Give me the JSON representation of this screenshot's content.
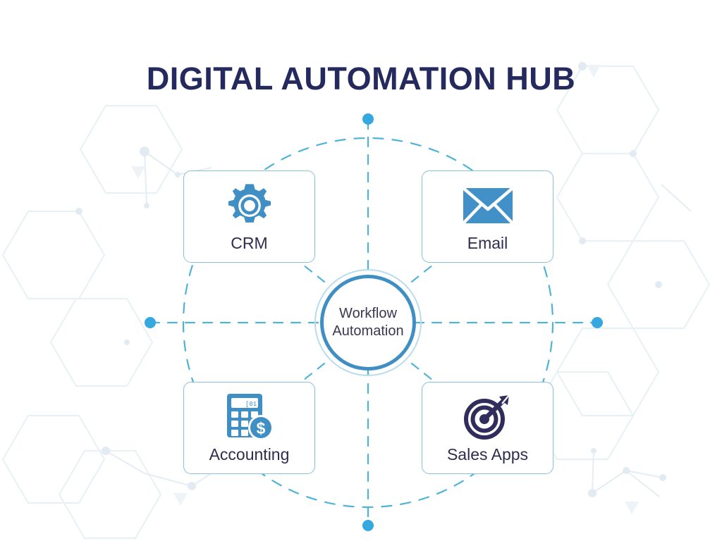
{
  "page": {
    "title": "DIGITAL AUTOMATION HUB",
    "background_color": "#ffffff"
  },
  "colors": {
    "title_navy": "#252a5e",
    "accent_blue": "#3f8fc5",
    "dot_blue": "#35a8e0",
    "card_border": "#86c0db",
    "dashed_line": "#4fb3d9",
    "label_text": "#2f2c4e",
    "hub_text": "#3a3753",
    "target_navy": "#302d5c",
    "bg_network": "#eef3f7"
  },
  "hub": {
    "name": "workflow-automation-hub",
    "line1": "Workflow",
    "line2": "Automation",
    "label": "Workflow Automation"
  },
  "nodes": [
    {
      "id": "crm",
      "label": "CRM",
      "icon": "gear-icon",
      "icon_color": "#3f8fc5",
      "position": "top-left"
    },
    {
      "id": "email",
      "label": "Email",
      "icon": "envelope-icon",
      "icon_color": "#4190c7",
      "position": "top-right"
    },
    {
      "id": "accounting",
      "label": "Accounting",
      "icon": "calculator-dollar-icon",
      "icon_color": "#3f8fc5",
      "position": "bottom-left"
    },
    {
      "id": "sales",
      "label": "Sales Apps",
      "icon": "target-arrow-icon",
      "icon_color": "#302d5c",
      "position": "bottom-right"
    }
  ],
  "orbit_dots": [
    {
      "id": "top",
      "name": "orbit-endpoint-top",
      "color": "#35a8e0"
    },
    {
      "id": "bottom",
      "name": "orbit-endpoint-bottom",
      "color": "#35a8e0"
    },
    {
      "id": "left",
      "name": "orbit-endpoint-left",
      "color": "#35a8e0"
    },
    {
      "id": "right",
      "name": "orbit-endpoint-right",
      "color": "#35a8e0"
    }
  ],
  "decoration": {
    "orbit_ring": "dashed-circle",
    "axes": "dashed-cross-axes",
    "background": "faint-hexagon-network"
  }
}
